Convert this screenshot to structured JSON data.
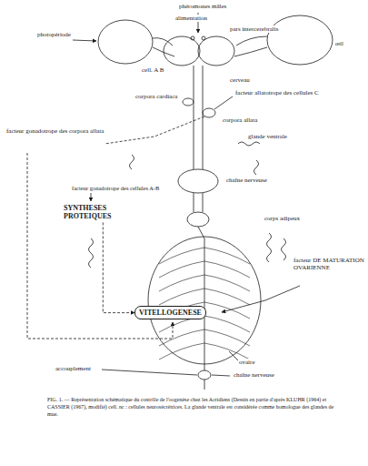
{
  "diagram": {
    "caption": "FIG. 1. — Représentation schématique du contrôle de l'oogenèse chez les Acridiens (Dessin en partie d'après KLUHR (1964) et CASSIER (1967), modifié) cell. nc : cellules neurosécrétrices. La glande ventrale est considérée comme homologue des glandes de mue.",
    "nodes": [
      {
        "text": [
          "SYNTHESES PROTEIQUES"
        ]
      },
      {
        "text": [
          "VITELLOGENESE"
        ]
      }
    ],
    "edges": [
      {
        "from": 0,
        "to": 1,
        "arrow": "to"
      }
    ],
    "labels": [
      "phéromones mâles",
      "photopériode",
      "alimentation",
      "pars intercerebralis",
      "œil",
      "cell. A B",
      "corpora cardiaca",
      "cerveau",
      "facteur allatotrope des cellules C",
      "corpora allata",
      "facteur gonadotrope des corpora allata",
      "glande ventrale",
      "chaîne nerveuse",
      "facteur gonadotrope des cellules A-B",
      "corps adipeux",
      "facteur DE MATURATION OVARIENNE",
      "ovaire",
      "accouplement",
      "chaîne nerveuse"
    ]
  }
}
